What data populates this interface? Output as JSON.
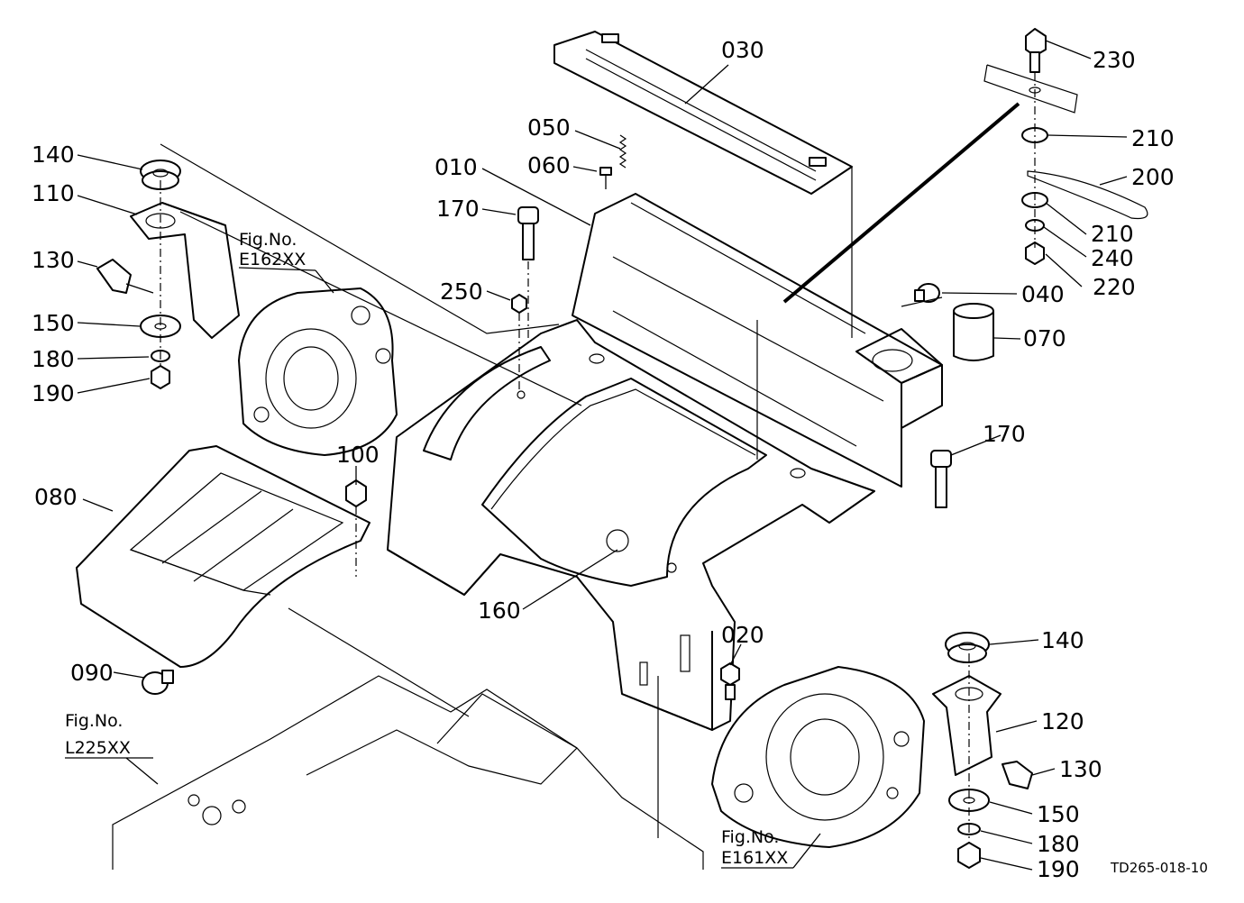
{
  "labels": {
    "p030": "030",
    "p230": "230",
    "p210a": "210",
    "p200": "200",
    "p210b": "210",
    "p240": "240",
    "p220": "220",
    "p050": "050",
    "p060": "060",
    "p010": "010",
    "p170a": "170",
    "p140a": "140",
    "p110": "110",
    "p130a": "130",
    "p150a": "150",
    "p180a": "180",
    "p190a": "190",
    "p250": "250",
    "p040": "040",
    "p070": "070",
    "p170b": "170",
    "p100": "100",
    "p080": "080",
    "p160": "160",
    "p020": "020",
    "p090": "090",
    "p140b": "140",
    "p120": "120",
    "p130b": "130",
    "p150b": "150",
    "p180b": "180",
    "p190b": "190"
  },
  "figrefs": {
    "e162": {
      "prefix": "Fig.No.",
      "code": "E162XX"
    },
    "l225": {
      "prefix": "Fig.No.",
      "code": "L225XX"
    },
    "e161": {
      "prefix": "Fig.No.",
      "code": "E161XX"
    }
  },
  "drawing_code": "TD265-018-10"
}
